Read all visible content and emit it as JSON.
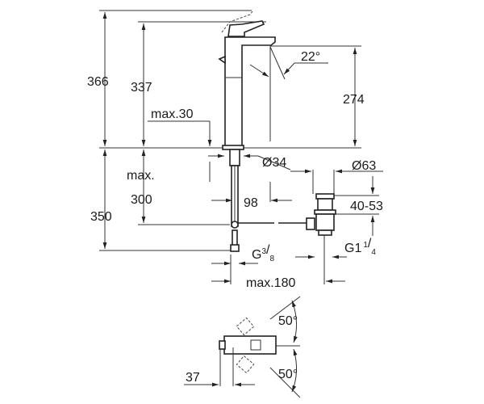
{
  "dimensions": {
    "total_height": "366",
    "spout_height": "337",
    "outlet_height": "274",
    "spout_angle": "22°",
    "max_deck": "max.30",
    "hole_diameter": "Ø34",
    "waste_diameter": "Ø63",
    "max_label": "max.",
    "max_below": "300",
    "below_height": "350",
    "offset": "98",
    "waste_range": "40-53",
    "supply_thread_main": "G",
    "supply_thread_num": "3",
    "supply_thread_den": "8",
    "waste_thread_main": "G1",
    "waste_thread_num": "1",
    "waste_thread_den": "4",
    "max_reach": "max.180",
    "rotation_up": "50°",
    "rotation_down": "50°",
    "plan_offset": "37"
  }
}
